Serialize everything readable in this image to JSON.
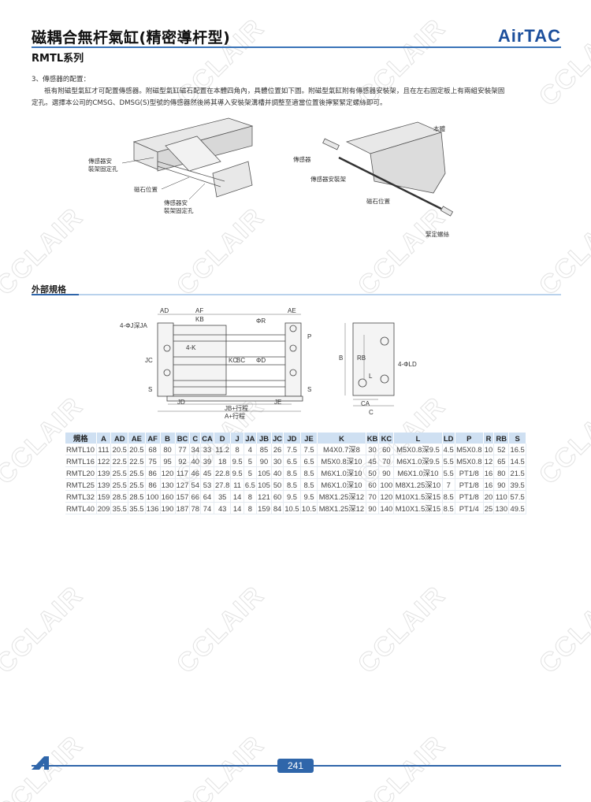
{
  "header": {
    "title": "磁耦合無杆氣缸(精密導杆型)",
    "series": "RMTL系列",
    "brand": "AirTAC"
  },
  "sensor": {
    "heading": "3、傳感器的配置：",
    "line1": "祇有附磁型氣缸才可配置傳感器。附磁型氣缸磁石配置在本體四角內，具體位置如下圖。附磁型氣缸附有傳感器安裝架，且在左右固定板上有兩組安裝架固",
    "line2": "定孔。選擇本公司的CMSG、DMSG(S)型號的傳感器然後將其導入安裝架溝槽并調整至適當位置後擰緊緊定螺絲即可。"
  },
  "diagram_left": {
    "label1a": "傳感器安",
    "label1b": "裝架固定孔",
    "label2": "磁石位置",
    "label3a": "傳感器安",
    "label3b": "裝架固定孔"
  },
  "diagram_right": {
    "body": "本體",
    "sensor": "傳感器",
    "bracket": "傳感器安裝架",
    "magnet": "磁石位置",
    "screw": "緊定螺絲"
  },
  "section": {
    "title": "外部規格"
  },
  "dims": {
    "AD": "AD",
    "AF": "AF",
    "AE": "AE",
    "KB": "KB",
    "JA": "4-ΦJ深JA",
    "K": "4-K",
    "JC": "JC",
    "KC": "KC",
    "BC": "BC",
    "D": "ΦD",
    "R": "ΦR",
    "P": "P",
    "S": "S",
    "JD": "JD",
    "JE": "JE",
    "JB": "JB+行程",
    "A": "A+行程",
    "B": "B",
    "RB": "RB",
    "L": "L",
    "LD": "4-ΦLD",
    "CA": "CA",
    "C": "C"
  },
  "table": {
    "headers": [
      "規格",
      "A",
      "AD",
      "AE",
      "AF",
      "B",
      "BC",
      "C",
      "CA",
      "D",
      "J",
      "JA",
      "JB",
      "JC",
      "JD",
      "JE",
      "K",
      "KB",
      "KC",
      "L",
      "LD",
      "P",
      "R",
      "RB",
      "S"
    ],
    "rows": [
      [
        "RMTL10",
        "111",
        "20.5",
        "20.5",
        "68",
        "80",
        "77",
        "34",
        "33",
        "11.2",
        "8",
        "4",
        "85",
        "26",
        "7.5",
        "7.5",
        "M4X0.7深8",
        "30",
        "60",
        "M5X0.8深9.5",
        "4.5",
        "M5X0.8",
        "10",
        "52",
        "16.5"
      ],
      [
        "RMTL16",
        "122",
        "22.5",
        "22.5",
        "75",
        "95",
        "92",
        "40",
        "39",
        "18",
        "9.5",
        "5",
        "90",
        "30",
        "6.5",
        "6.5",
        "M5X0.8深10",
        "45",
        "70",
        "M6X1.0深9.5",
        "5.5",
        "M5X0.8",
        "12",
        "65",
        "14.5"
      ],
      [
        "RMTL20",
        "139",
        "25.5",
        "25.5",
        "86",
        "120",
        "117",
        "46",
        "45",
        "22.8",
        "9.5",
        "5",
        "105",
        "40",
        "8.5",
        "8.5",
        "M6X1.0深10",
        "50",
        "90",
        "M6X1.0深10",
        "5.5",
        "PT1/8",
        "16",
        "80",
        "21.5"
      ],
      [
        "RMTL25",
        "139",
        "25.5",
        "25.5",
        "86",
        "130",
        "127",
        "54",
        "53",
        "27.8",
        "11",
        "6.5",
        "105",
        "50",
        "8.5",
        "8.5",
        "M6X1.0深10",
        "60",
        "100",
        "M8X1.25深10",
        "7",
        "PT1/8",
        "16",
        "90",
        "39.5"
      ],
      [
        "RMTL32",
        "159",
        "28.5",
        "28.5",
        "100",
        "160",
        "157",
        "66",
        "64",
        "35",
        "14",
        "8",
        "121",
        "60",
        "9.5",
        "9.5",
        "M8X1.25深12",
        "70",
        "120",
        "M10X1.5深15",
        "8.5",
        "PT1/8",
        "20",
        "110",
        "57.5"
      ],
      [
        "RMTL40",
        "209",
        "35.5",
        "35.5",
        "136",
        "190",
        "187",
        "78",
        "74",
        "43",
        "14",
        "8",
        "159",
        "84",
        "10.5",
        "10.5",
        "M8X1.25深12",
        "90",
        "140",
        "M10X1.5深15",
        "8.5",
        "PT1/4",
        "25",
        "130",
        "49.5"
      ]
    ]
  },
  "footer": {
    "page": "241"
  },
  "watermark": "CCLAIR"
}
